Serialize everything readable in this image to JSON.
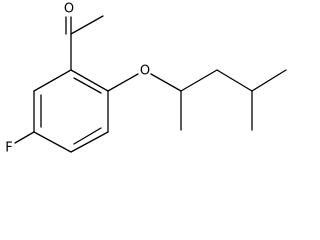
{
  "molecule": {
    "atoms": {
      "oxygen_carbonyl": "O",
      "oxygen_ether": "O",
      "fluorine": "F"
    }
  },
  "colors": {
    "bond": "#000000",
    "label": "#000000",
    "background": "#ffffff"
  }
}
